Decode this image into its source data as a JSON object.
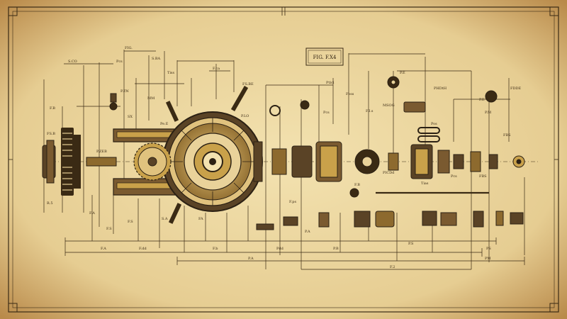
{
  "sheet": {
    "title": "FIG. F.X4",
    "colors": {
      "paper": "#e9d29a",
      "paper_light": "#f3e2b0",
      "paper_edge": "#b98a4a",
      "ink": "#2c2114",
      "ink_soft": "#5a4326",
      "brass": "#c9a14a"
    }
  },
  "labels": {
    "l1": "FIG.",
    "l2": "S.CO",
    "l3": "Pcs",
    "l4": "S.BA",
    "l5": "Tiss",
    "l6": "P.ZN",
    "l7": "F.B",
    "l8": "SX",
    "l9": "MM",
    "l10": "P.ZEB",
    "l11": "FS.B",
    "l12": "Pe.E",
    "l13": "P.LO",
    "l14": "FS.BE",
    "l15": "F.ca",
    "l16": "Ptlcl",
    "l17": "Foss",
    "l18": "MSOG",
    "l19": "P.E",
    "l20": "PHDtH",
    "l21": "F.I.s",
    "l22": "Pos",
    "l23": "P.E",
    "l24": "P.M",
    "l25": "FBS",
    "l26": "FDDE",
    "l27": "Pcs",
    "l28": "PICDd",
    "l29": "Tias",
    "l30": "Pcs",
    "l31": "F.B",
    "l32": "FBS",
    "l33": "R.5",
    "l34": "F.A",
    "l35": "F.S",
    "l36": "F.S",
    "l37": "S.A",
    "l38": "FA",
    "l39": "F.ps",
    "l40": "P.A",
    "l41": "F.A",
    "l42": "F.dd",
    "l43": "F.b",
    "l44": "Pdd",
    "l45": "P.B",
    "l46": "P.S",
    "l47": "PS",
    "l48": "P.A",
    "l49": "F.2",
    "l50": "PM"
  }
}
